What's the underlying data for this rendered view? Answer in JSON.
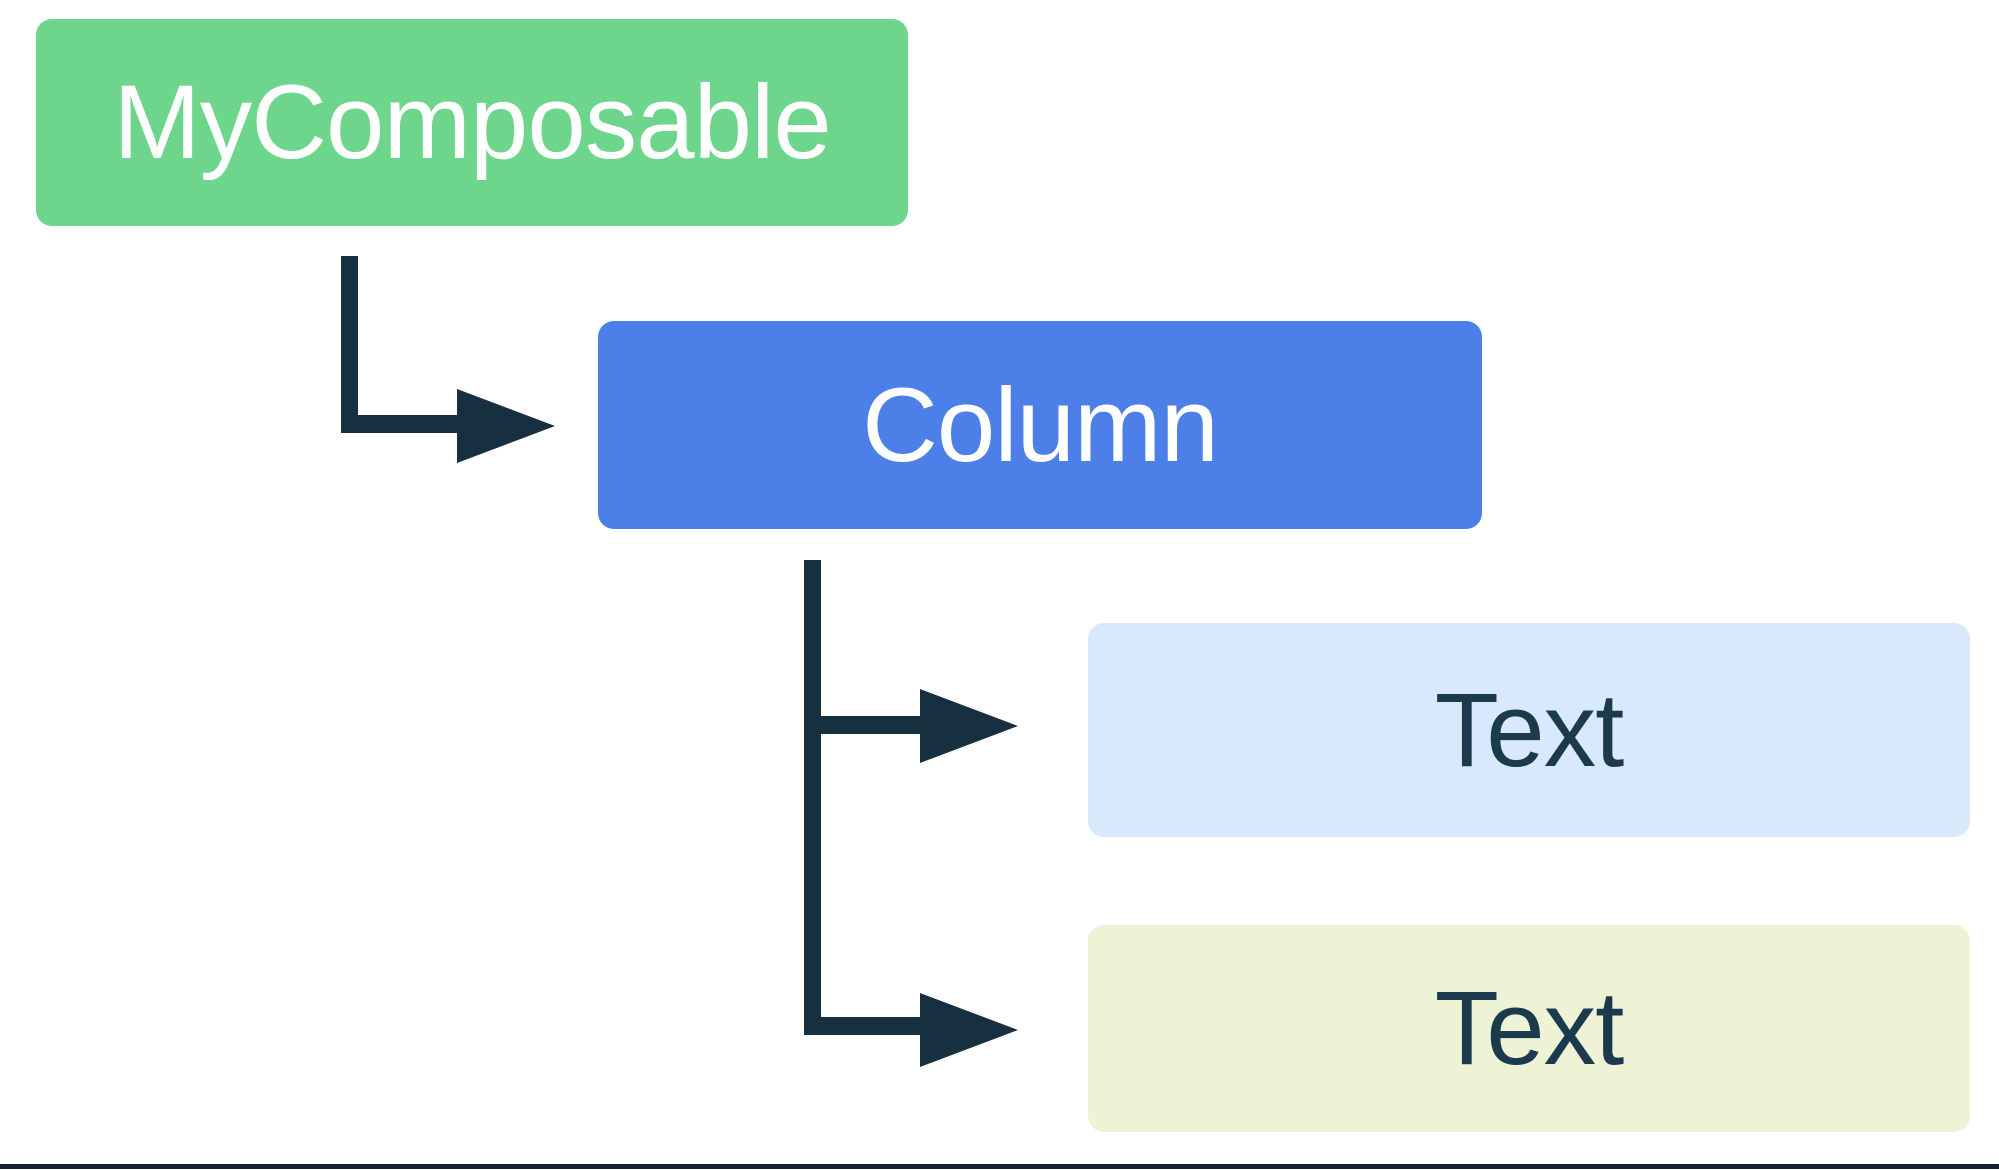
{
  "diagram": {
    "type": "tree-hierarchy",
    "background": "#FFFFFF",
    "connector_color": "#17303F",
    "divider_color": "#14222E",
    "nodes": [
      {
        "id": "mycomposable",
        "label": "MyComposable",
        "fill": "#6DD58C",
        "text_color": "#FFFFFF"
      },
      {
        "id": "column",
        "label": "Column",
        "fill": "#4C80E8",
        "text_color": "#FFFFFF"
      },
      {
        "id": "text-top",
        "label": "Text",
        "fill": "#D8E9FB",
        "text_color": "#1C3A4D"
      },
      {
        "id": "text-bottom",
        "label": "Text",
        "fill": "#EFF3D6",
        "text_color": "#1C3A4D"
      }
    ],
    "edges": [
      {
        "from": "mycomposable",
        "to": "column"
      },
      {
        "from": "column",
        "to": "text-top"
      },
      {
        "from": "column",
        "to": "text-bottom"
      }
    ]
  }
}
